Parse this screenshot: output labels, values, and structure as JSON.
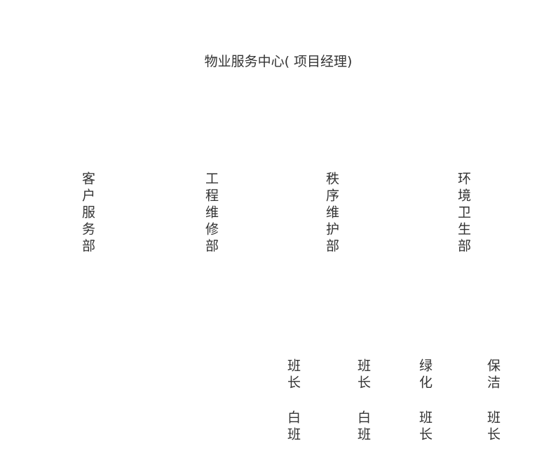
{
  "header": {
    "title": "物业服务中心( 项目经理)"
  },
  "departments": [
    {
      "label": "客户服务部"
    },
    {
      "label": "工程维修部"
    },
    {
      "label": "秩序维护部"
    },
    {
      "label": "环境卫生部"
    }
  ],
  "teams": [
    {
      "top": "班长",
      "bottom": "白班"
    },
    {
      "top": "班长",
      "bottom": "白班"
    },
    {
      "top": "绿化",
      "bottom": "班长"
    },
    {
      "top": "保洁",
      "bottom": "班长"
    }
  ]
}
